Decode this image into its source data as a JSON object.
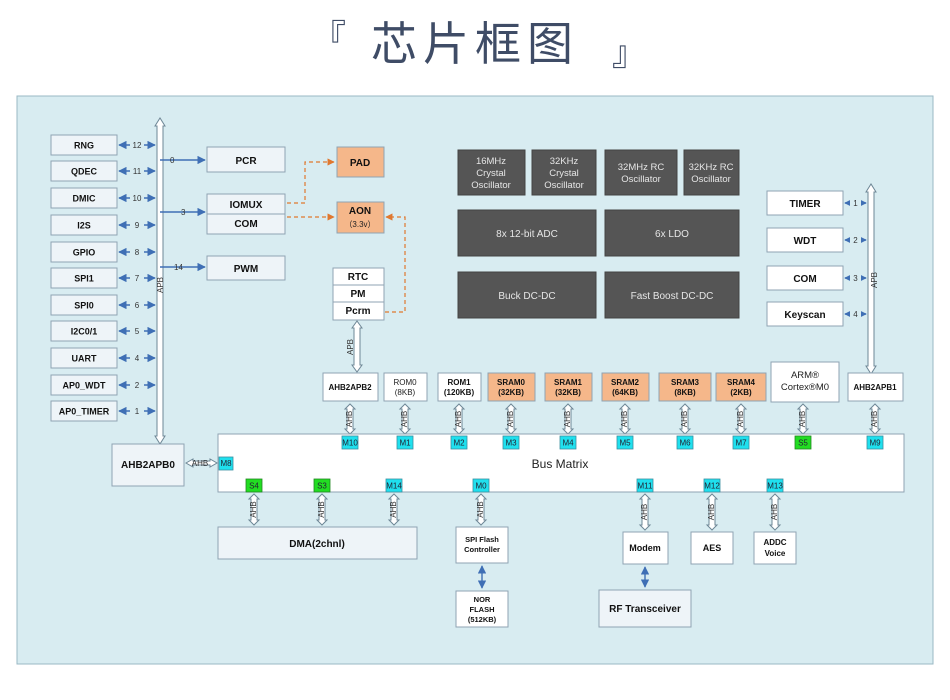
{
  "title": {
    "left_bracket": "『",
    "text": "芯片框图",
    "right_bracket": "』"
  },
  "bus_labels": {
    "apb": "APB",
    "ahb": "AHB"
  },
  "left_peripherals": [
    {
      "name": "RNG",
      "num": "12"
    },
    {
      "name": "QDEC",
      "num": "11"
    },
    {
      "name": "DMIC",
      "num": "10"
    },
    {
      "name": "I2S",
      "num": "9"
    },
    {
      "name": "GPIO",
      "num": "8"
    },
    {
      "name": "SPI1",
      "num": "7"
    },
    {
      "name": "SPI0",
      "num": "6"
    },
    {
      "name": "I2C0/1",
      "num": "5"
    },
    {
      "name": "UART",
      "num": "4"
    },
    {
      "name": "AP0_WDT",
      "num": "2"
    },
    {
      "name": "AP0_TIMER",
      "num": "1"
    }
  ],
  "apb0_links": {
    "pcr": "0",
    "iomux": "3",
    "pwm": "14"
  },
  "center_blocks": {
    "pcr": "PCR",
    "iomux": "IOMUX",
    "com": "COM",
    "pwm": "PWM",
    "pad": "PAD",
    "aon_line1": "AON",
    "aon_line2": "（3.3v）",
    "rtc": "RTC",
    "pm": "PM",
    "pcrm": "Pcrm"
  },
  "analog_blocks": {
    "osc16_l1": "16MHz",
    "osc16_l2": "Crystal",
    "osc16_l3": "Oscillator",
    "osc32k_l1": "32KHz",
    "osc32k_l2": "Crystal",
    "osc32k_l3": "Oscillator",
    "rc32m_l1": "32MHz RC",
    "rc32m_l2": "Oscillator",
    "rc32k_l1": "32KHz RC",
    "rc32k_l2": "Oscillator",
    "adc": "8x 12-bit ADC",
    "ldo": "6x LDO",
    "buck": "Buck DC-DC",
    "boost": "Fast Boost DC-DC"
  },
  "right_peripherals": [
    {
      "name": "TIMER",
      "num": "1"
    },
    {
      "name": "WDT",
      "num": "2"
    },
    {
      "name": "COM",
      "num": "3"
    },
    {
      "name": "Keyscan",
      "num": "4"
    }
  ],
  "ahb_slaves": {
    "ahb2apb2": "AHB2APB2",
    "rom0_l1": "ROM0",
    "rom0_l2": "(8KB)",
    "rom1_l1": "ROM1",
    "rom1_l2": "(120KB)",
    "sram0_l1": "SRAM0",
    "sram0_l2": "(32KB)",
    "sram1_l1": "SRAM1",
    "sram1_l2": "(32KB)",
    "sram2_l1": "SRAM2",
    "sram2_l2": "(64KB)",
    "sram3_l1": "SRAM3",
    "sram3_l2": "(8KB)",
    "sram4_l1": "SRAM4",
    "sram4_l2": "(2KB)",
    "arm_l1": "ARM®",
    "arm_l2": "Cortex®M0",
    "ahb2apb1": "AHB2APB1"
  },
  "bus_matrix": {
    "label": "Bus Matrix",
    "top_ports": [
      "M10",
      "M1",
      "M2",
      "M3",
      "M4",
      "M5",
      "M6",
      "M7",
      "S5",
      "M9"
    ],
    "bottom_ports": [
      "S4",
      "S3",
      "M14",
      "M0",
      "M11",
      "M12",
      "M13"
    ],
    "left_port": "M8"
  },
  "ahb2apb0": "AHB2APB0",
  "bottom_blocks": {
    "dma": "DMA(2chnl)",
    "spi_flash_l1": "SPI Flash",
    "spi_flash_l2": "Controller",
    "modem": "Modem",
    "aes": "AES",
    "addc_l1": "ADDC",
    "addc_l2": "Voice",
    "nor_l1": "NOR",
    "nor_l2": "FLASH",
    "nor_l3": "(512KB)",
    "rf": "RF Transceiver"
  },
  "colors": {
    "panel": "#d8ecf1",
    "orange": "#f5b78a",
    "dark": "#555555",
    "cyan_port": "#1fe0ee",
    "green_port": "#22dd22",
    "arrow": "#3f6fb5",
    "dashed": "#e0782f",
    "title": "#3f4c66"
  }
}
